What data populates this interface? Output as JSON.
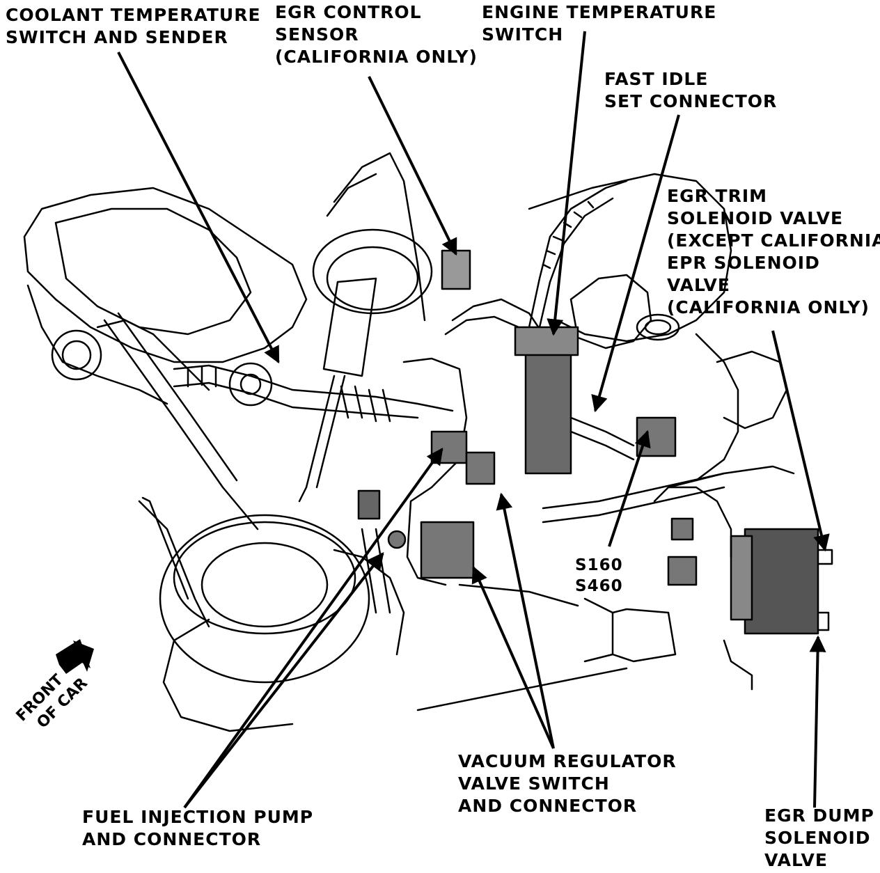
{
  "labels": {
    "coolant": [
      "COOLANT TEMPERATURE",
      "SWITCH AND SENDER"
    ],
    "egr_control": [
      "EGR CONTROL",
      "SENSOR",
      "(CALIFORNIA ONLY)"
    ],
    "engine_temp": [
      "ENGINE TEMPERATURE",
      "SWITCH"
    ],
    "fast_idle": [
      "FAST IDLE",
      "SET CONNECTOR"
    ],
    "egr_trim": [
      "EGR TRIM",
      "SOLENOID VALVE",
      "(EXCEPT CALIFORNIA)",
      "EPR SOLENOID",
      "VALVE",
      "(CALIFORNIA ONLY)"
    ],
    "splice": [
      "S160",
      "S460"
    ],
    "fuel_pump": [
      "FUEL INJECTION PUMP",
      "AND CONNECTOR"
    ],
    "vacuum": [
      "VACUUM REGULATOR",
      "VALVE SWITCH",
      "AND CONNECTOR"
    ],
    "egr_dump": [
      "EGR DUMP",
      "SOLENOID",
      "VALVE"
    ],
    "front": [
      "FRONT",
      "OF CAR"
    ]
  }
}
